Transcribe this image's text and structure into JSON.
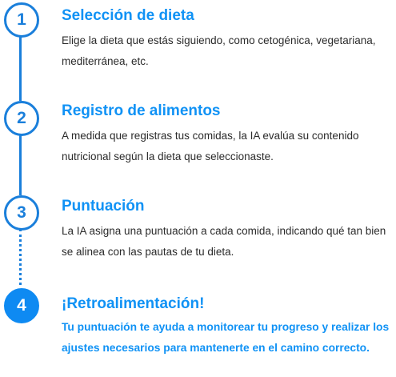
{
  "colors": {
    "accent": "#1092F5",
    "line": "#1A7FDB",
    "active_circle": "#0E8AF2",
    "body_text": "#2B2B2B"
  },
  "steps": [
    {
      "number": "1",
      "title": "Selección de dieta",
      "description": "Elige la dieta que estás siguiendo, como cetogénica, vegetariana, mediterránea, etc."
    },
    {
      "number": "2",
      "title": "Registro de alimentos",
      "description": "A medida que registras tus comidas, la IA evalúa su contenido nutricional según la dieta que seleccionaste."
    },
    {
      "number": "3",
      "title": "Puntuación",
      "description": "La IA asigna una puntuación a cada comida, indicando qué tan bien se alinea con las pautas de tu dieta."
    },
    {
      "number": "4",
      "title": "¡Retroalimentación!",
      "description": "Tu puntuación te ayuda a monitorear tu progreso y realizar los ajustes necesarios para mantenerte en el camino correcto."
    }
  ]
}
